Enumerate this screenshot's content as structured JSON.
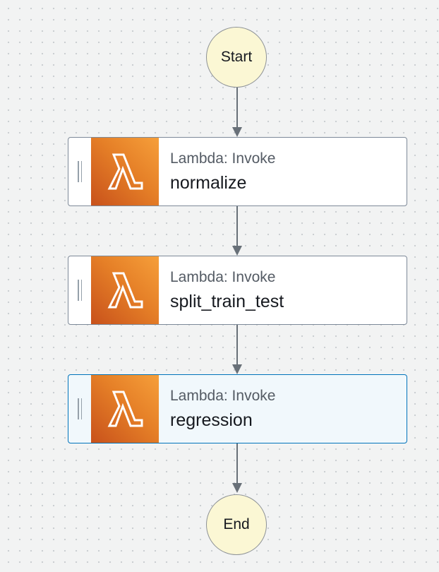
{
  "start_label": "Start",
  "end_label": "End",
  "states": [
    {
      "type": "Lambda: Invoke",
      "name": "normalize",
      "icon": "lambda-icon"
    },
    {
      "type": "Lambda: Invoke",
      "name": "split_train_test",
      "icon": "lambda-icon"
    },
    {
      "type": "Lambda: Invoke",
      "name": "regression",
      "icon": "lambda-icon",
      "selected": true
    }
  ],
  "colors": {
    "terminal_fill": "#fbf7d4",
    "lambda_orange_dark": "#c8511b",
    "lambda_orange_light": "#f69f3a",
    "selected_border": "#0073bb",
    "edge": "#687078"
  }
}
